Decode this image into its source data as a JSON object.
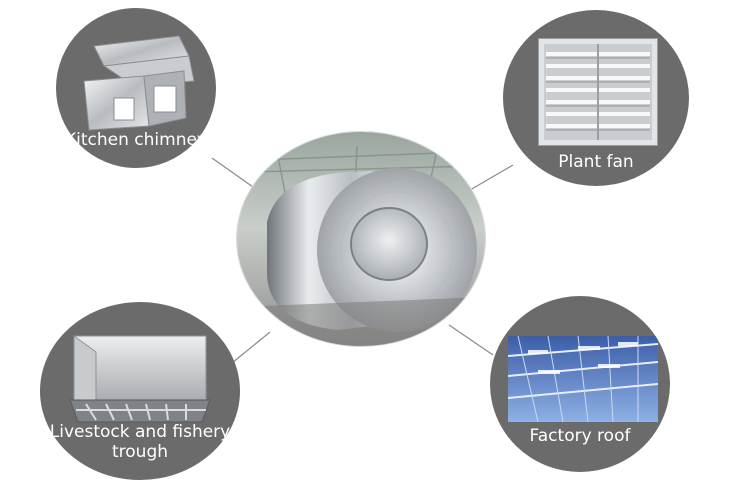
{
  "center": {
    "image": "galvanized-steel-coil"
  },
  "applications": [
    {
      "label": "Kitchen chimney",
      "icon": "chimney-duct-image"
    },
    {
      "label": "Plant fan",
      "icon": "exhaust-fan-image"
    },
    {
      "label_line1": "Livestock and fishery",
      "label_line2": "trough",
      "icon": "feeding-trough-image"
    },
    {
      "label": "Factory roof",
      "icon": "factory-roof-image"
    }
  ],
  "colors": {
    "bubble": "#6b6b6b",
    "connector": "#8a8a8a",
    "label": "#ffffff"
  }
}
